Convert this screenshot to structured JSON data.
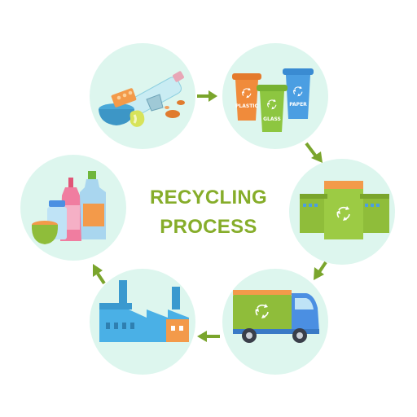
{
  "title": {
    "line1": "RECYCLING",
    "line2": "PROCESS"
  },
  "bins": {
    "plastic": "PLASTIC",
    "glass": "GLASS",
    "paper": "PAPER"
  },
  "colors": {
    "circle": "#ddf6ee",
    "arrow": "#7aa52c",
    "title": "#86ad2a",
    "bin_plastic": "#f08b3b",
    "bin_glass": "#8dc640",
    "bin_paper": "#4b9ee2",
    "building": "#8fbd3a",
    "truck_body": "#8fbd3a",
    "truck_cab": "#4b8fe2",
    "factory": "#4ab0e6"
  },
  "steps": [
    {
      "id": "waste",
      "icon": "mixed-waste-icon"
    },
    {
      "id": "sorting",
      "icon": "sorting-bins-icon"
    },
    {
      "id": "plant",
      "icon": "recycling-plant-icon"
    },
    {
      "id": "transport",
      "icon": "recycling-truck-icon"
    },
    {
      "id": "factory",
      "icon": "factory-icon"
    },
    {
      "id": "products",
      "icon": "new-products-icon"
    }
  ]
}
